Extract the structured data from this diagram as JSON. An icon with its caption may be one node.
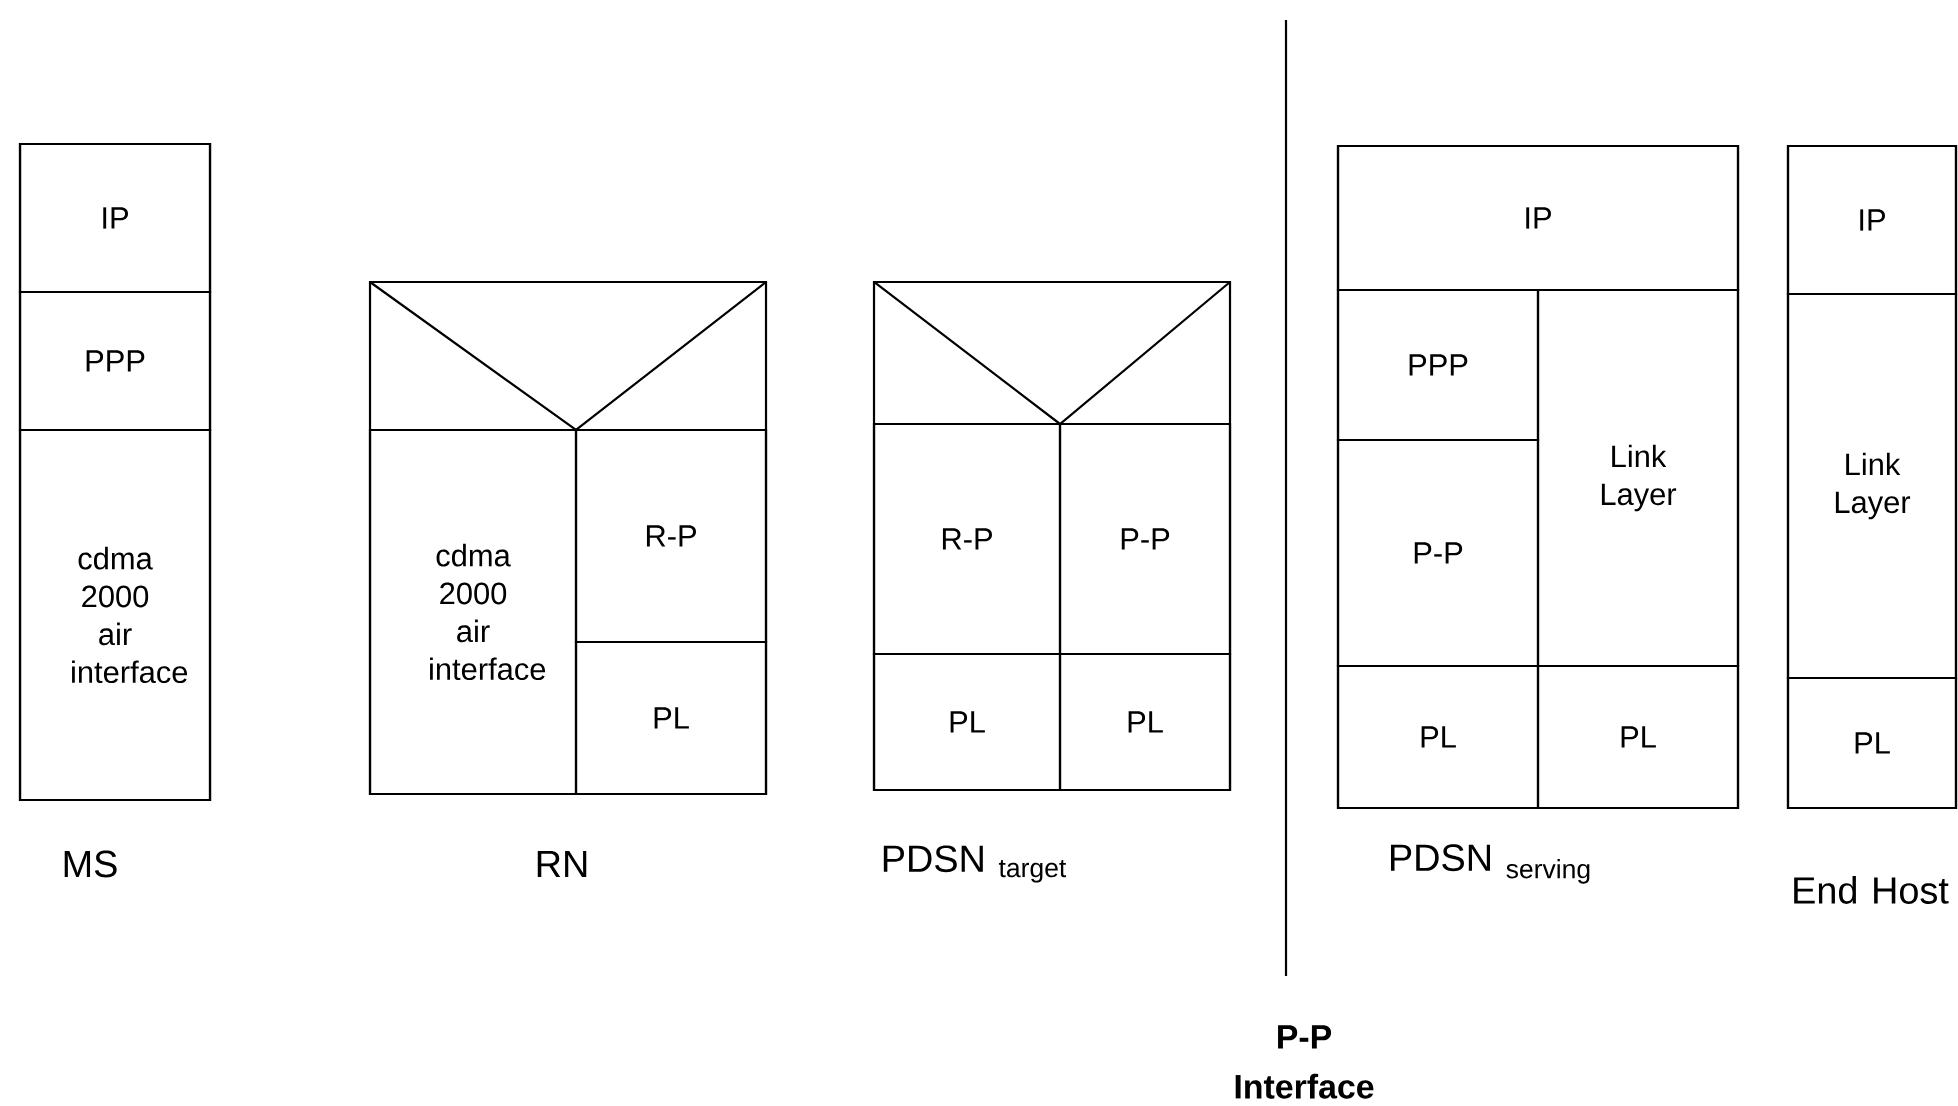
{
  "diagram": {
    "nodes": [
      {
        "text": [
          "MS"
        ]
      },
      {
        "text": [
          "IP"
        ],
        "in": 0
      },
      {
        "text": [
          "PPP"
        ],
        "in": 0
      },
      {
        "text": [
          "cdma 2000 air interface"
        ],
        "in": 0
      },
      {
        "text": [
          "RN"
        ]
      },
      {
        "text": [
          "cdma 2000 air interface"
        ],
        "in": 4
      },
      {
        "text": [
          "R-P"
        ],
        "in": 4
      },
      {
        "text": [
          "PL"
        ],
        "in": 4
      },
      {
        "text": [
          "PDSN $_{target}$"
        ]
      },
      {
        "text": [
          "R-P"
        ],
        "in": 8
      },
      {
        "text": [
          "P-P"
        ],
        "in": 8
      },
      {
        "text": [
          "PL"
        ],
        "in": 8
      },
      {
        "text": [
          "PL"
        ],
        "in": 8
      },
      {
        "text": [
          "PDSN $_{serving}$"
        ]
      },
      {
        "text": [
          "IP"
        ],
        "in": 13
      },
      {
        "text": [
          "PPP"
        ],
        "in": 13
      },
      {
        "text": [
          "Link Layer"
        ],
        "in": 13
      },
      {
        "text": [
          "P-P"
        ],
        "in": 13
      },
      {
        "text": [
          "PL"
        ],
        "in": 13
      },
      {
        "text": [
          "PL"
        ],
        "in": 13
      },
      {
        "text": [
          "End Host"
        ]
      },
      {
        "text": [
          "IP"
        ],
        "in": 20
      },
      {
        "text": [
          "Link Layer"
        ],
        "in": 20
      },
      {
        "text": [
          "PL"
        ],
        "in": 20
      }
    ],
    "labels": [
      "P-P Interface"
    ]
  }
}
